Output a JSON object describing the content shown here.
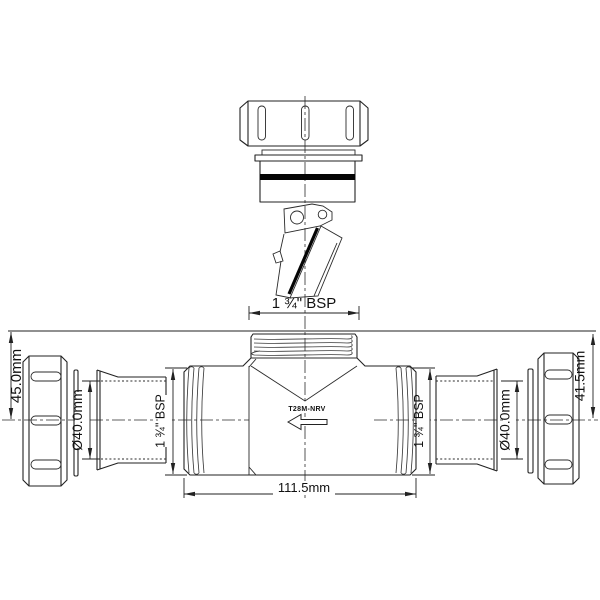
{
  "drawing": {
    "product_code": "T28M-NRV",
    "labels": {
      "top_thread": "1 ¾\" BSP",
      "left_thread": "1 ¾\" BSP",
      "right_thread": "1 ¾\" BSP",
      "left_nut_height": "45.0mm",
      "right_nut_height": "41.5mm",
      "left_pipe_dia": "Ø40.0mm",
      "right_pipe_dia": "Ø40.0mm",
      "body_length": "111.5mm"
    },
    "colors": {
      "line": "#222222",
      "background": "#ffffff",
      "seal_band": "#050505"
    }
  }
}
